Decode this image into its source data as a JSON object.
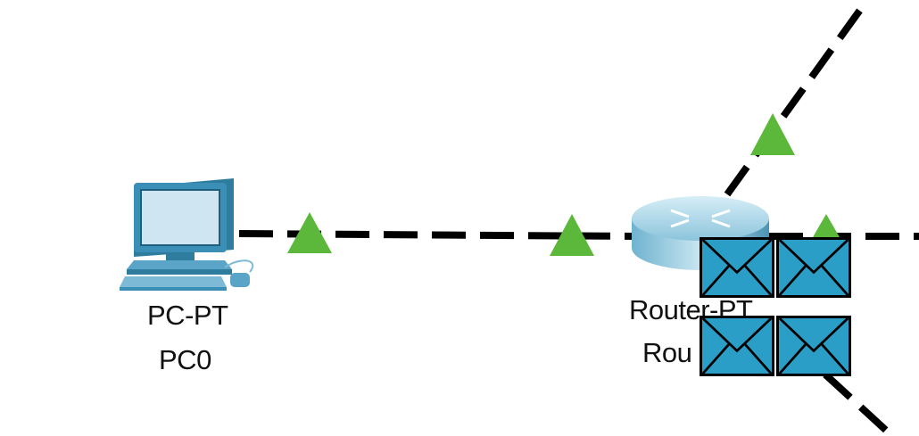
{
  "devices": {
    "pc0": {
      "model": "PC-PT",
      "name": "PC0"
    },
    "router0": {
      "model": "Router-PT",
      "name": "Rou"
    }
  },
  "colors": {
    "link": "#000000",
    "link_status_up": "#5cb83a",
    "pdu_fill": "#2b9ec7",
    "background": "#ffffff"
  },
  "icons": {
    "pc": "desktop-pc-icon",
    "router": "router-icon",
    "pdu": "envelope-icon",
    "link_status": "green-triangle-icon"
  }
}
